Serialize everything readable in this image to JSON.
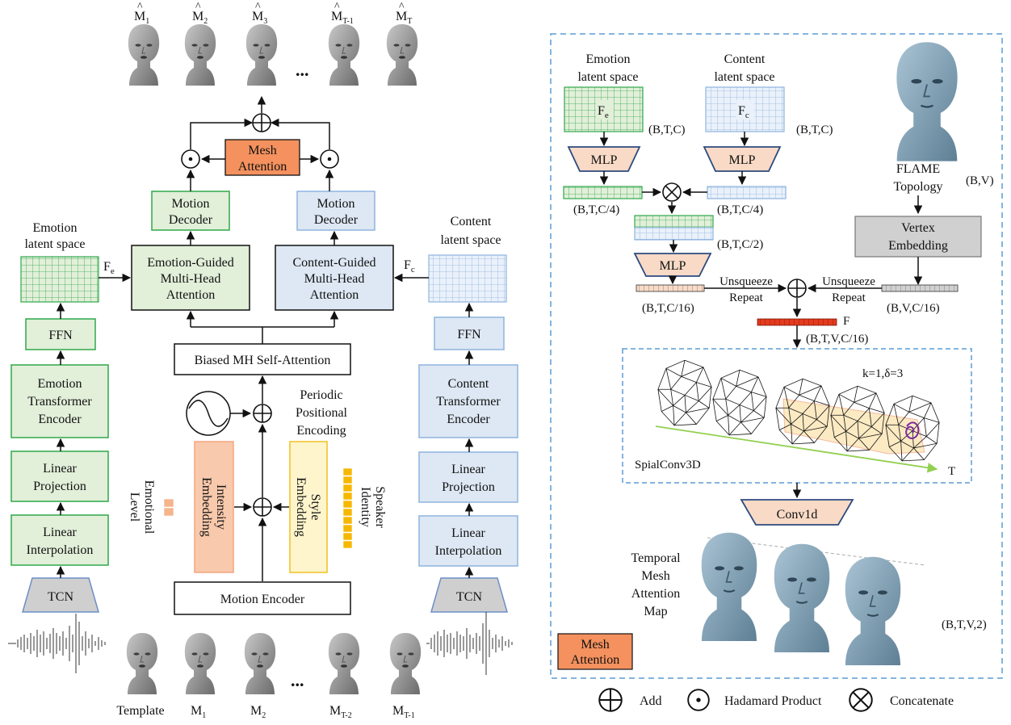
{
  "left": {
    "outputs": {
      "m": "M",
      "sub": [
        "1",
        "2",
        "3",
        "T-1",
        "T"
      ],
      "dots": "..."
    },
    "emotion_branch": {
      "latent_line1": "Emotion",
      "latent_line2": "latent space",
      "feature": "F",
      "feature_sub": "e",
      "ffn": "FFN",
      "encoder": [
        "Emotion",
        "Transformer",
        "Encoder"
      ],
      "projection": [
        "Linear",
        "Projection"
      ],
      "interpolation": [
        "Linear",
        "Interpolation"
      ],
      "tcn": "TCN"
    },
    "content_branch": {
      "latent_line1": "Content",
      "latent_line2": "latent space",
      "feature": "F",
      "feature_sub": "c",
      "ffn": "FFN",
      "encoder": [
        "Content",
        "Transformer",
        "Encoder"
      ],
      "projection": [
        "Linear",
        "Projection"
      ],
      "interpolation": [
        "Linear",
        "Interpolation"
      ],
      "tcn": "TCN"
    },
    "emotion_attention": [
      "Emotion-Guided",
      "Multi-Head",
      "Attention"
    ],
    "content_attention": [
      "Content-Guided",
      "Multi-Head",
      "Attention"
    ],
    "emotion_decoder": [
      "Motion",
      "Decoder"
    ],
    "content_decoder": [
      "Motion",
      "Decoder"
    ],
    "mesh_attention": [
      "Mesh",
      "Attention"
    ],
    "self_attention": "Biased MH Self-Attention",
    "ppe": [
      "Periodic",
      "Positional",
      "Encoding"
    ],
    "intensity": [
      "Intensity",
      "Embedding"
    ],
    "style": [
      "Style",
      "Embedding"
    ],
    "emotional_level": [
      "Emotional",
      "Level"
    ],
    "speaker_identity": [
      "Speaker",
      "Identity"
    ],
    "motion_encoder": "Motion Encoder",
    "inputs": {
      "template": "Template",
      "m": "M",
      "sub": [
        "1",
        "2",
        "T-2",
        "T-1"
      ],
      "dots": "..."
    }
  },
  "right": {
    "emotion_latent": [
      "Emotion",
      "latent space"
    ],
    "content_latent": [
      "Content",
      "latent space"
    ],
    "fe": "F",
    "fe_sub": "e",
    "fc": "F",
    "fc_sub": "c",
    "shape_btc": "(B,T,C)",
    "mlp": "MLP",
    "shape_btc4": "(B,T,C/4)",
    "shape_btc2": "(B,T,C/2)",
    "shape_btc16": "(B,T,C/16)",
    "flame": [
      "FLAME",
      "Topology"
    ],
    "shape_bv": "(B,V)",
    "vertex_embedding": [
      "Vertex",
      "Embedding"
    ],
    "shape_bvc16": "(B,V,C/16)",
    "unsqueeze": "Unsqueeze",
    "repeat": "Repeat",
    "f_label": "F",
    "shape_btvc16": "(B,T,V,C/16)",
    "spiral_param": "k=1,δ=3",
    "spiral_label": "SpialConv3D",
    "t_axis": "T",
    "conv1d": "Conv1d",
    "temporal_map": [
      "Temporal",
      "Mesh",
      "Attention",
      "Map"
    ],
    "shape_btv2": "(B,T,V,2)",
    "mesh_attention": [
      "Mesh",
      "Attention"
    ]
  },
  "legend": {
    "add": "Add",
    "hadamard": "Hadamard Product",
    "concatenate": "Concatenate"
  },
  "colors": {
    "green_fill": "#e2efd9",
    "green_stroke": "#2ea84a",
    "blue_fill": "#dde8f4",
    "blue_stroke": "#8eb4de",
    "orange": "#f4915e",
    "peach": "#f8dac6",
    "peach_stroke": "#2d4a80",
    "yellow_fill": "#fff5cc",
    "yellow_stroke": "#f0c020",
    "gray": "#d0d0d0",
    "red_bar": "#e53a1e",
    "dash": "#5b9bd5",
    "green_arrow": "#92d050"
  }
}
